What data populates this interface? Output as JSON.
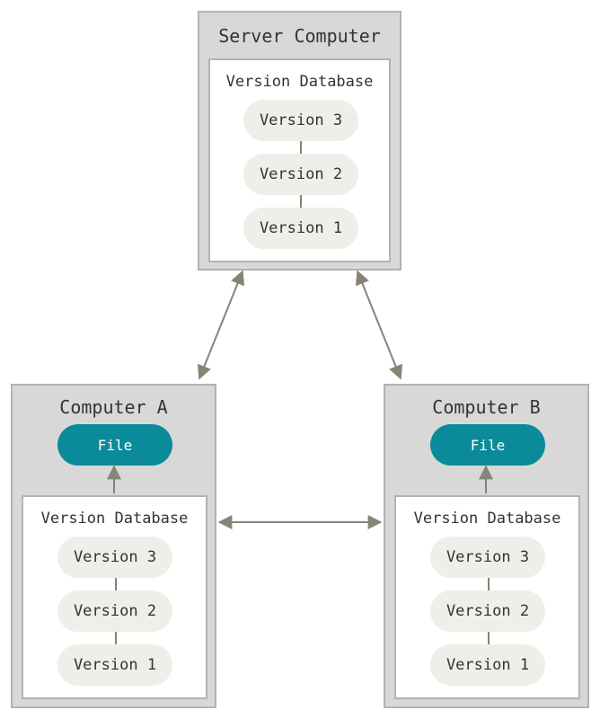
{
  "server": {
    "title": "Server Computer",
    "database": {
      "title": "Version Database",
      "versions": [
        "Version 3",
        "Version 2",
        "Version 1"
      ]
    }
  },
  "computer_a": {
    "title": "Computer A",
    "file": "File",
    "database": {
      "title": "Version Database",
      "versions": [
        "Version 3",
        "Version 2",
        "Version 1"
      ]
    }
  },
  "computer_b": {
    "title": "Computer B",
    "file": "File",
    "database": {
      "title": "Version Database",
      "versions": [
        "Version 3",
        "Version 2",
        "Version 1"
      ]
    }
  },
  "colors": {
    "box_fill": "#d8d8d8",
    "box_border": "#b3b3b3",
    "pill_fill": "#efeee9",
    "file_fill": "#0b8b9a",
    "arrow": "#888377"
  }
}
